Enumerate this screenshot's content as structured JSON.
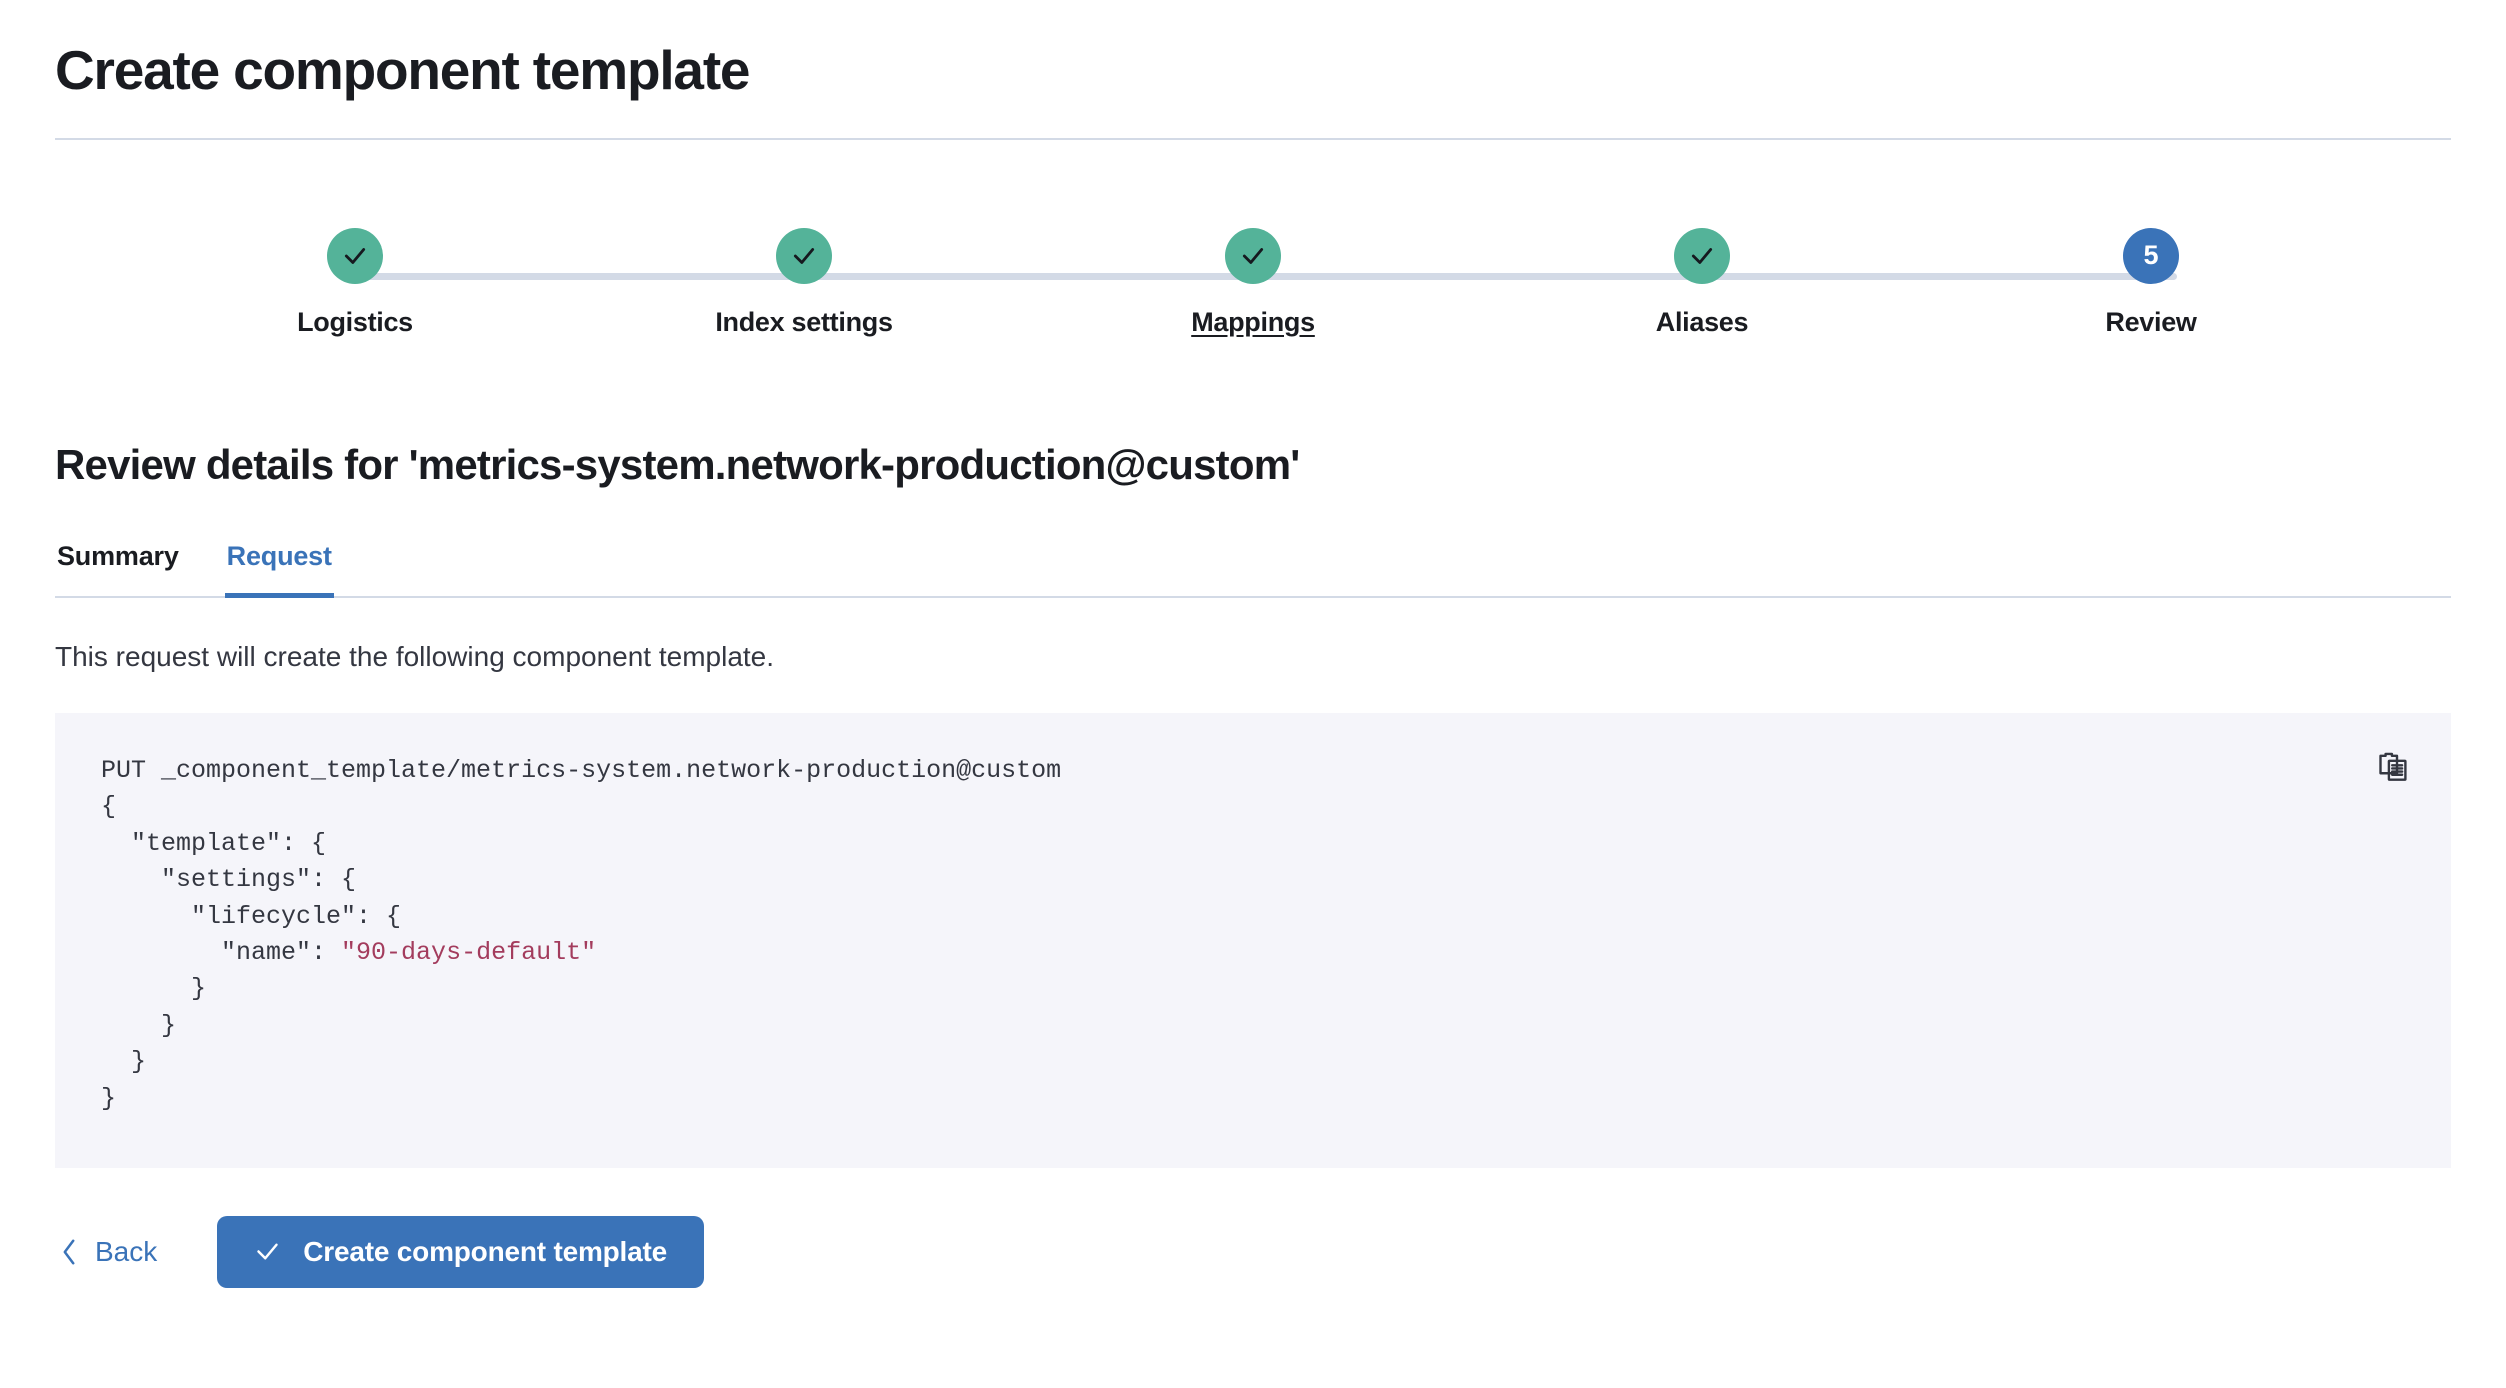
{
  "page": {
    "title": "Create component template"
  },
  "stepper": {
    "steps": [
      {
        "label": "Logistics",
        "state": "complete",
        "icon": "check-icon",
        "number": "1"
      },
      {
        "label": "Index settings",
        "state": "complete",
        "icon": "check-icon",
        "number": "2"
      },
      {
        "label": "Mappings",
        "state": "complete",
        "icon": "check-icon",
        "number": "3",
        "hovered": true
      },
      {
        "label": "Aliases",
        "state": "complete",
        "icon": "check-icon",
        "number": "4"
      },
      {
        "label": "Review",
        "state": "current",
        "icon": "number",
        "number": "5"
      }
    ]
  },
  "review": {
    "heading": "Review details for 'metrics-system.network-production@custom'",
    "tabs": [
      {
        "label": "Summary",
        "active": false
      },
      {
        "label": "Request",
        "active": true
      }
    ],
    "description": "This request will create the following component template."
  },
  "request": {
    "method_line": "PUT _component_template/metrics-system.network-production@custom",
    "body_lines": [
      "{",
      "  \"template\": {",
      "    \"settings\": {",
      "      \"lifecycle\": {",
      "        \"name\": ",
      "      }",
      "    }",
      "  }",
      "}"
    ],
    "lifecycle_name": "\"90-days-default\"",
    "copy_icon": "copy-clipboard-icon",
    "copy_label": "Copy to clipboard"
  },
  "footer": {
    "back_label": "Back",
    "back_icon": "chevron-left-icon",
    "submit_label": "Create component template",
    "submit_icon": "check-icon"
  },
  "colors": {
    "complete_step": "#54b399",
    "current_step": "#3a73b8",
    "primary": "#3a73b8",
    "code_background": "#f5f5fa",
    "string_literal": "#a33c5d",
    "divider": "#d3dae6"
  }
}
